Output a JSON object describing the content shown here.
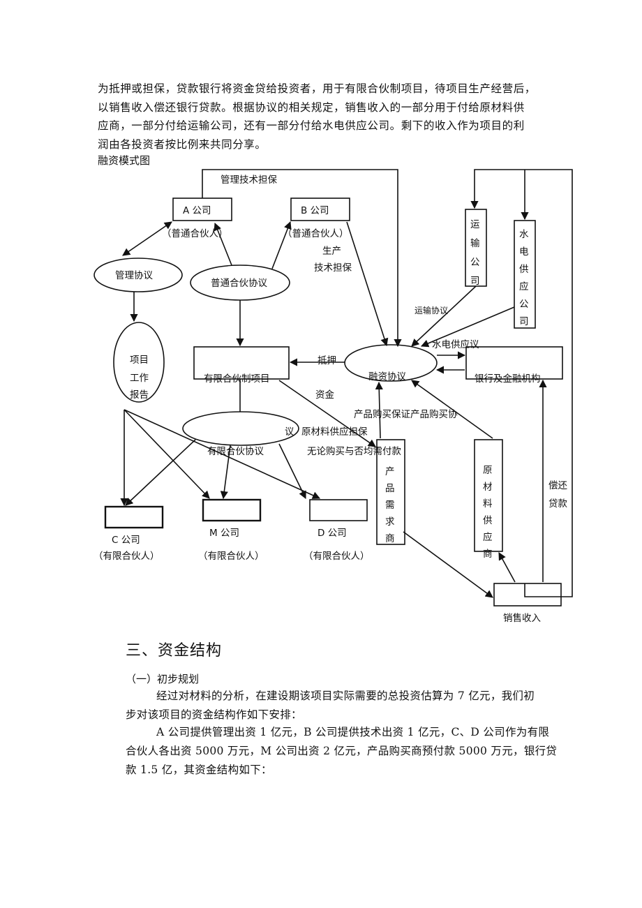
{
  "intro": {
    "line1": "为抵押或担保，贷款银行将资金贷给投资者，用于有限合伙制项目，待项目生产经营后，",
    "line2": "以销售收入偿还银行贷款。根据协议的相关规定，销售收入的一部分用于付给原材料供",
    "line3": "应商，一部分付给运输公司，还有一部分付给水电供应公司。剩下的收入作为项目的利",
    "line4": "润由各投资者按比例来共同分享。"
  },
  "diagram": {
    "caption": "融资模式图",
    "nodes": {
      "a_company": "A 公司",
      "a_role": "（普通合伙人）",
      "b_company": "B 公司",
      "b_role": "（普通合伙人）",
      "mgmt_agreement": "管理协议",
      "gp_agreement": "普通合伙协议",
      "report_1": "项目",
      "report_2": "工作",
      "report_3": "报告",
      "lp_project": "有限合伙制项目",
      "financing_agreement": "融资协议",
      "bank": "银行及金融机构",
      "transport_v": [
        "运",
        "输",
        "公",
        "司"
      ],
      "utility_v": [
        "水",
        "电",
        "供",
        "应",
        "公",
        "司"
      ],
      "lp_agreement": "有限合伙协议",
      "demand_v": [
        "产",
        "品",
        "需",
        "求",
        "商"
      ],
      "raw_v": [
        "原",
        "材",
        "料",
        "供",
        "应",
        "商"
      ],
      "c_company": "C 公司",
      "m_company": "M 公司",
      "d_company": "D 公司",
      "lp_role": "（有限合伙人）",
      "sales_revenue": "销售收入"
    },
    "edges": {
      "mgmt_tech_guarantee": "管理技术担保",
      "prod_tech_1": "生产",
      "prod_tech_2": "技术担保",
      "transport_agreement": "运输协议",
      "utility_agreement": "水电供应议",
      "mortgage": "抵押",
      "funds": "资金",
      "product_guarantee": "产品购买保证产品购买协",
      "yi": "议",
      "raw_guarantee": "原材料供应担保",
      "pay_regardless": "无论购买与否均需付款",
      "repay_1": "偿还",
      "repay_2": "贷款"
    }
  },
  "section3": {
    "heading": "三、资金结构",
    "sub": "（一）初步规划",
    "p1_line1": "经过对材料的分析，在建设期该项目实际需要的总投资估算为 7 亿元，我们初",
    "p1_line2": "步对该项目的资金结构作如下安排：",
    "p2_line1": "A 公司提供管理出资 1 亿元，B 公司提供技术出资 1 亿元，C、D 公司作为有限",
    "p2_line2": "合伙人各出资 5000 万元，M 公司出资 2 亿元，产品购买商预付款 5000 万元，银行贷",
    "p2_line3": "款 1.5 亿，其资金结构如下："
  }
}
